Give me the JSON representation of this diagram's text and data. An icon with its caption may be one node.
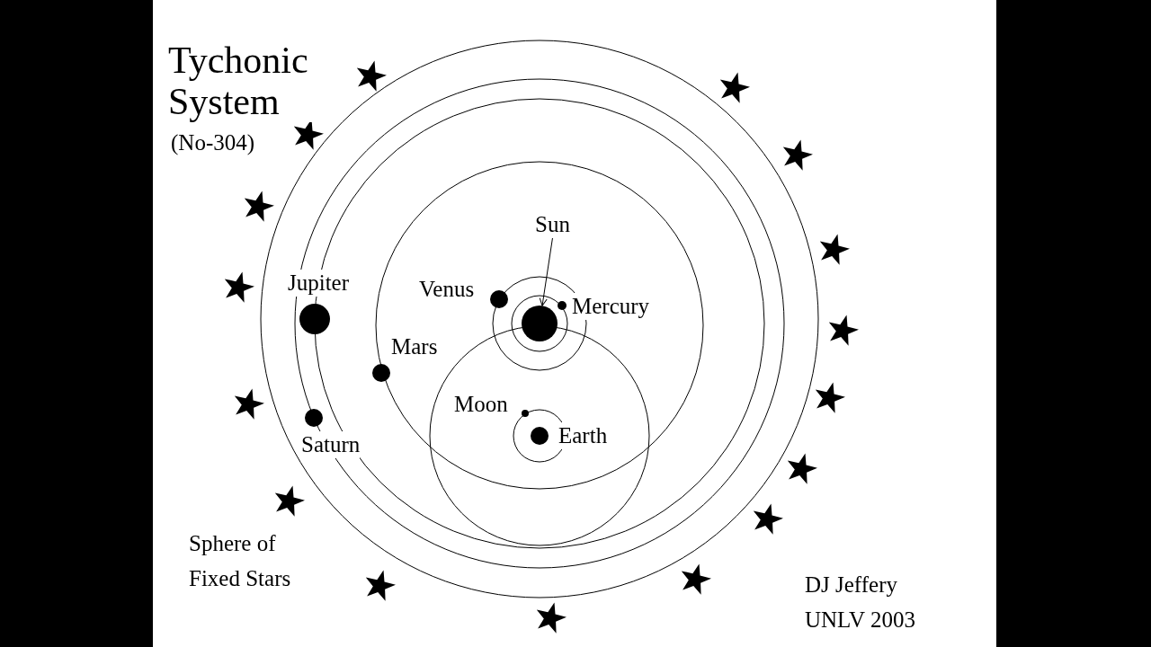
{
  "diagram": {
    "title": "Tychonic System",
    "nodes": [
      {
        "text": [
          "Sun"
        ]
      },
      {
        "text": [],
        "shape": "circle"
      }
    ],
    "edges": [
      {
        "from": 0,
        "to": 1,
        "arrow": "to"
      }
    ],
    "labels": [
      "(No-304)",
      "Jupiter",
      "Venus",
      "Mercury",
      "Mars",
      "Moon",
      "Earth",
      "Saturn",
      "Sphere of Fixed Stars",
      "DJ Jeffery",
      "UNLV 2003"
    ]
  }
}
